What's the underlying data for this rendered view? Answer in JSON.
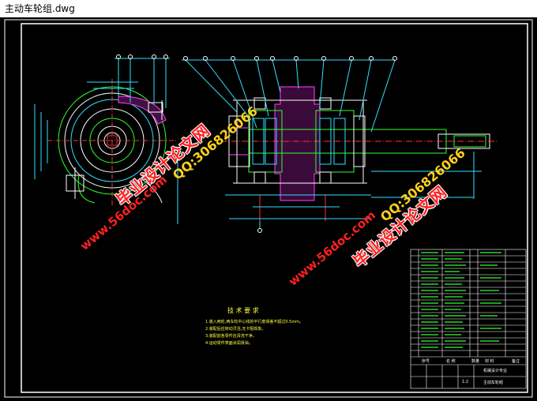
{
  "window": {
    "title": "主动车轮组.dwg"
  },
  "colors": {
    "background": "#000000",
    "frame": "#ffffff",
    "line_green": "#30ff30",
    "line_cyan": "#30e0ff",
    "line_red": "#ff3030",
    "line_yellow": "#ffff40",
    "hatch_magenta": "#ff40ff",
    "watermark_red": "#ff2020",
    "watermark_yellow": "#ffd21a"
  },
  "watermarks": {
    "site_url": "www.56doc.com",
    "qq": "QQ:306826066",
    "brand": "毕业设计论文网"
  },
  "technical_requirements": {
    "title": "技 术 要 求",
    "lines": [
      "1.装入两轮,两车轮中心线的平行度误差不超过0.5mm。",
      "2.装配后应转动灵活,无卡阻现象。",
      "3.装配前各零件应清洗干净。",
      "4.运动零件表面涂润滑油。"
    ]
  },
  "title_block": {
    "headers": [
      "序号",
      "名 称",
      "数量",
      "材 料",
      "备注"
    ],
    "drawing_name": "主动车轮组",
    "school": "机械设计专业",
    "scale": "1:2"
  }
}
